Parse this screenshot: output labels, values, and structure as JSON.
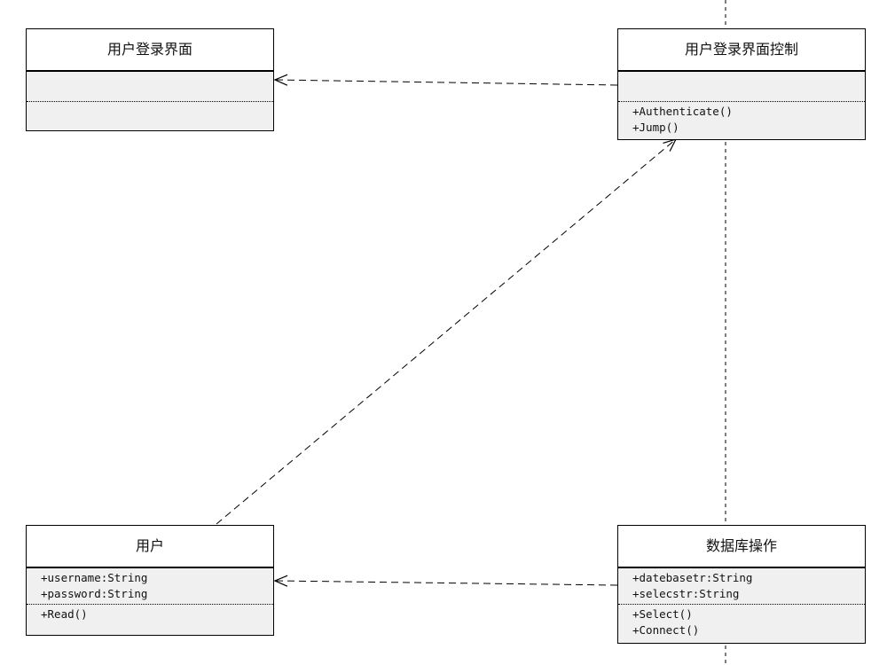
{
  "classes": {
    "login_ui": {
      "name": "用户登录界面",
      "attributes": [],
      "methods": []
    },
    "login_control": {
      "name": "用户登录界面控制",
      "attributes": [],
      "methods": [
        "+Authenticate()",
        "+Jump()"
      ]
    },
    "user": {
      "name": "用户",
      "attributes": [
        "+username:String",
        "+password:String"
      ],
      "methods": [
        "+Read()"
      ]
    },
    "db_ops": {
      "name": "数据库操作",
      "attributes": [
        "+datebasetr:String",
        "+selecstr:String"
      ],
      "methods": [
        "+Select()",
        "+Connect()"
      ]
    }
  },
  "relationships": [
    {
      "type": "dependency",
      "from": "用户登录界面控制",
      "to": "用户登录界面"
    },
    {
      "type": "dependency",
      "from": "用户",
      "to": "用户登录界面控制"
    },
    {
      "type": "dependency",
      "from": "数据库操作",
      "to": "用户"
    }
  ]
}
